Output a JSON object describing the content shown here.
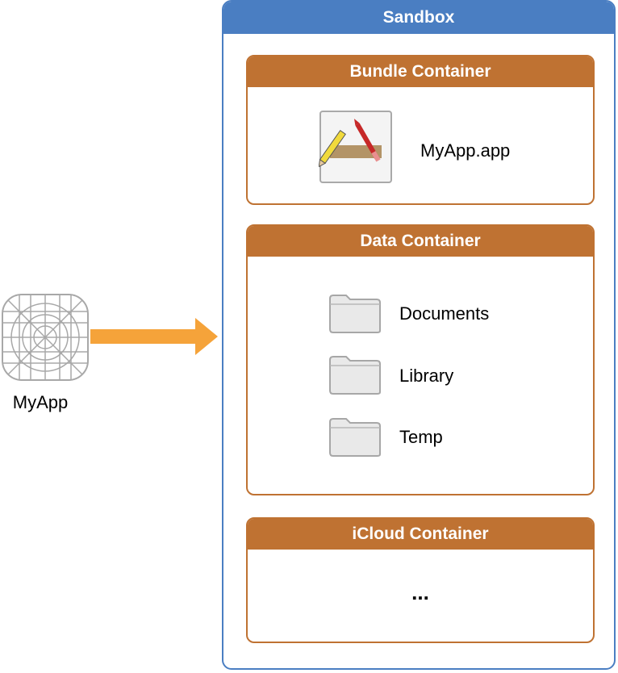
{
  "app": {
    "label": "MyApp",
    "icon": "app-placeholder-icon"
  },
  "arrow": {
    "color": "#f5a33a"
  },
  "sandbox": {
    "title": "Sandbox",
    "color": "#4a7ec2",
    "containers": [
      {
        "title": "Bundle Container",
        "items": [
          {
            "icon": "xcode-app-icon",
            "label": "MyApp.app"
          }
        ]
      },
      {
        "title": "Data Container",
        "items": [
          {
            "icon": "folder-icon",
            "label": "Documents"
          },
          {
            "icon": "folder-icon",
            "label": "Library"
          },
          {
            "icon": "folder-icon",
            "label": "Temp"
          }
        ]
      },
      {
        "title": "iCloud Container",
        "items": [
          {
            "label": "..."
          }
        ]
      }
    ],
    "container_color": "#bf7232"
  }
}
